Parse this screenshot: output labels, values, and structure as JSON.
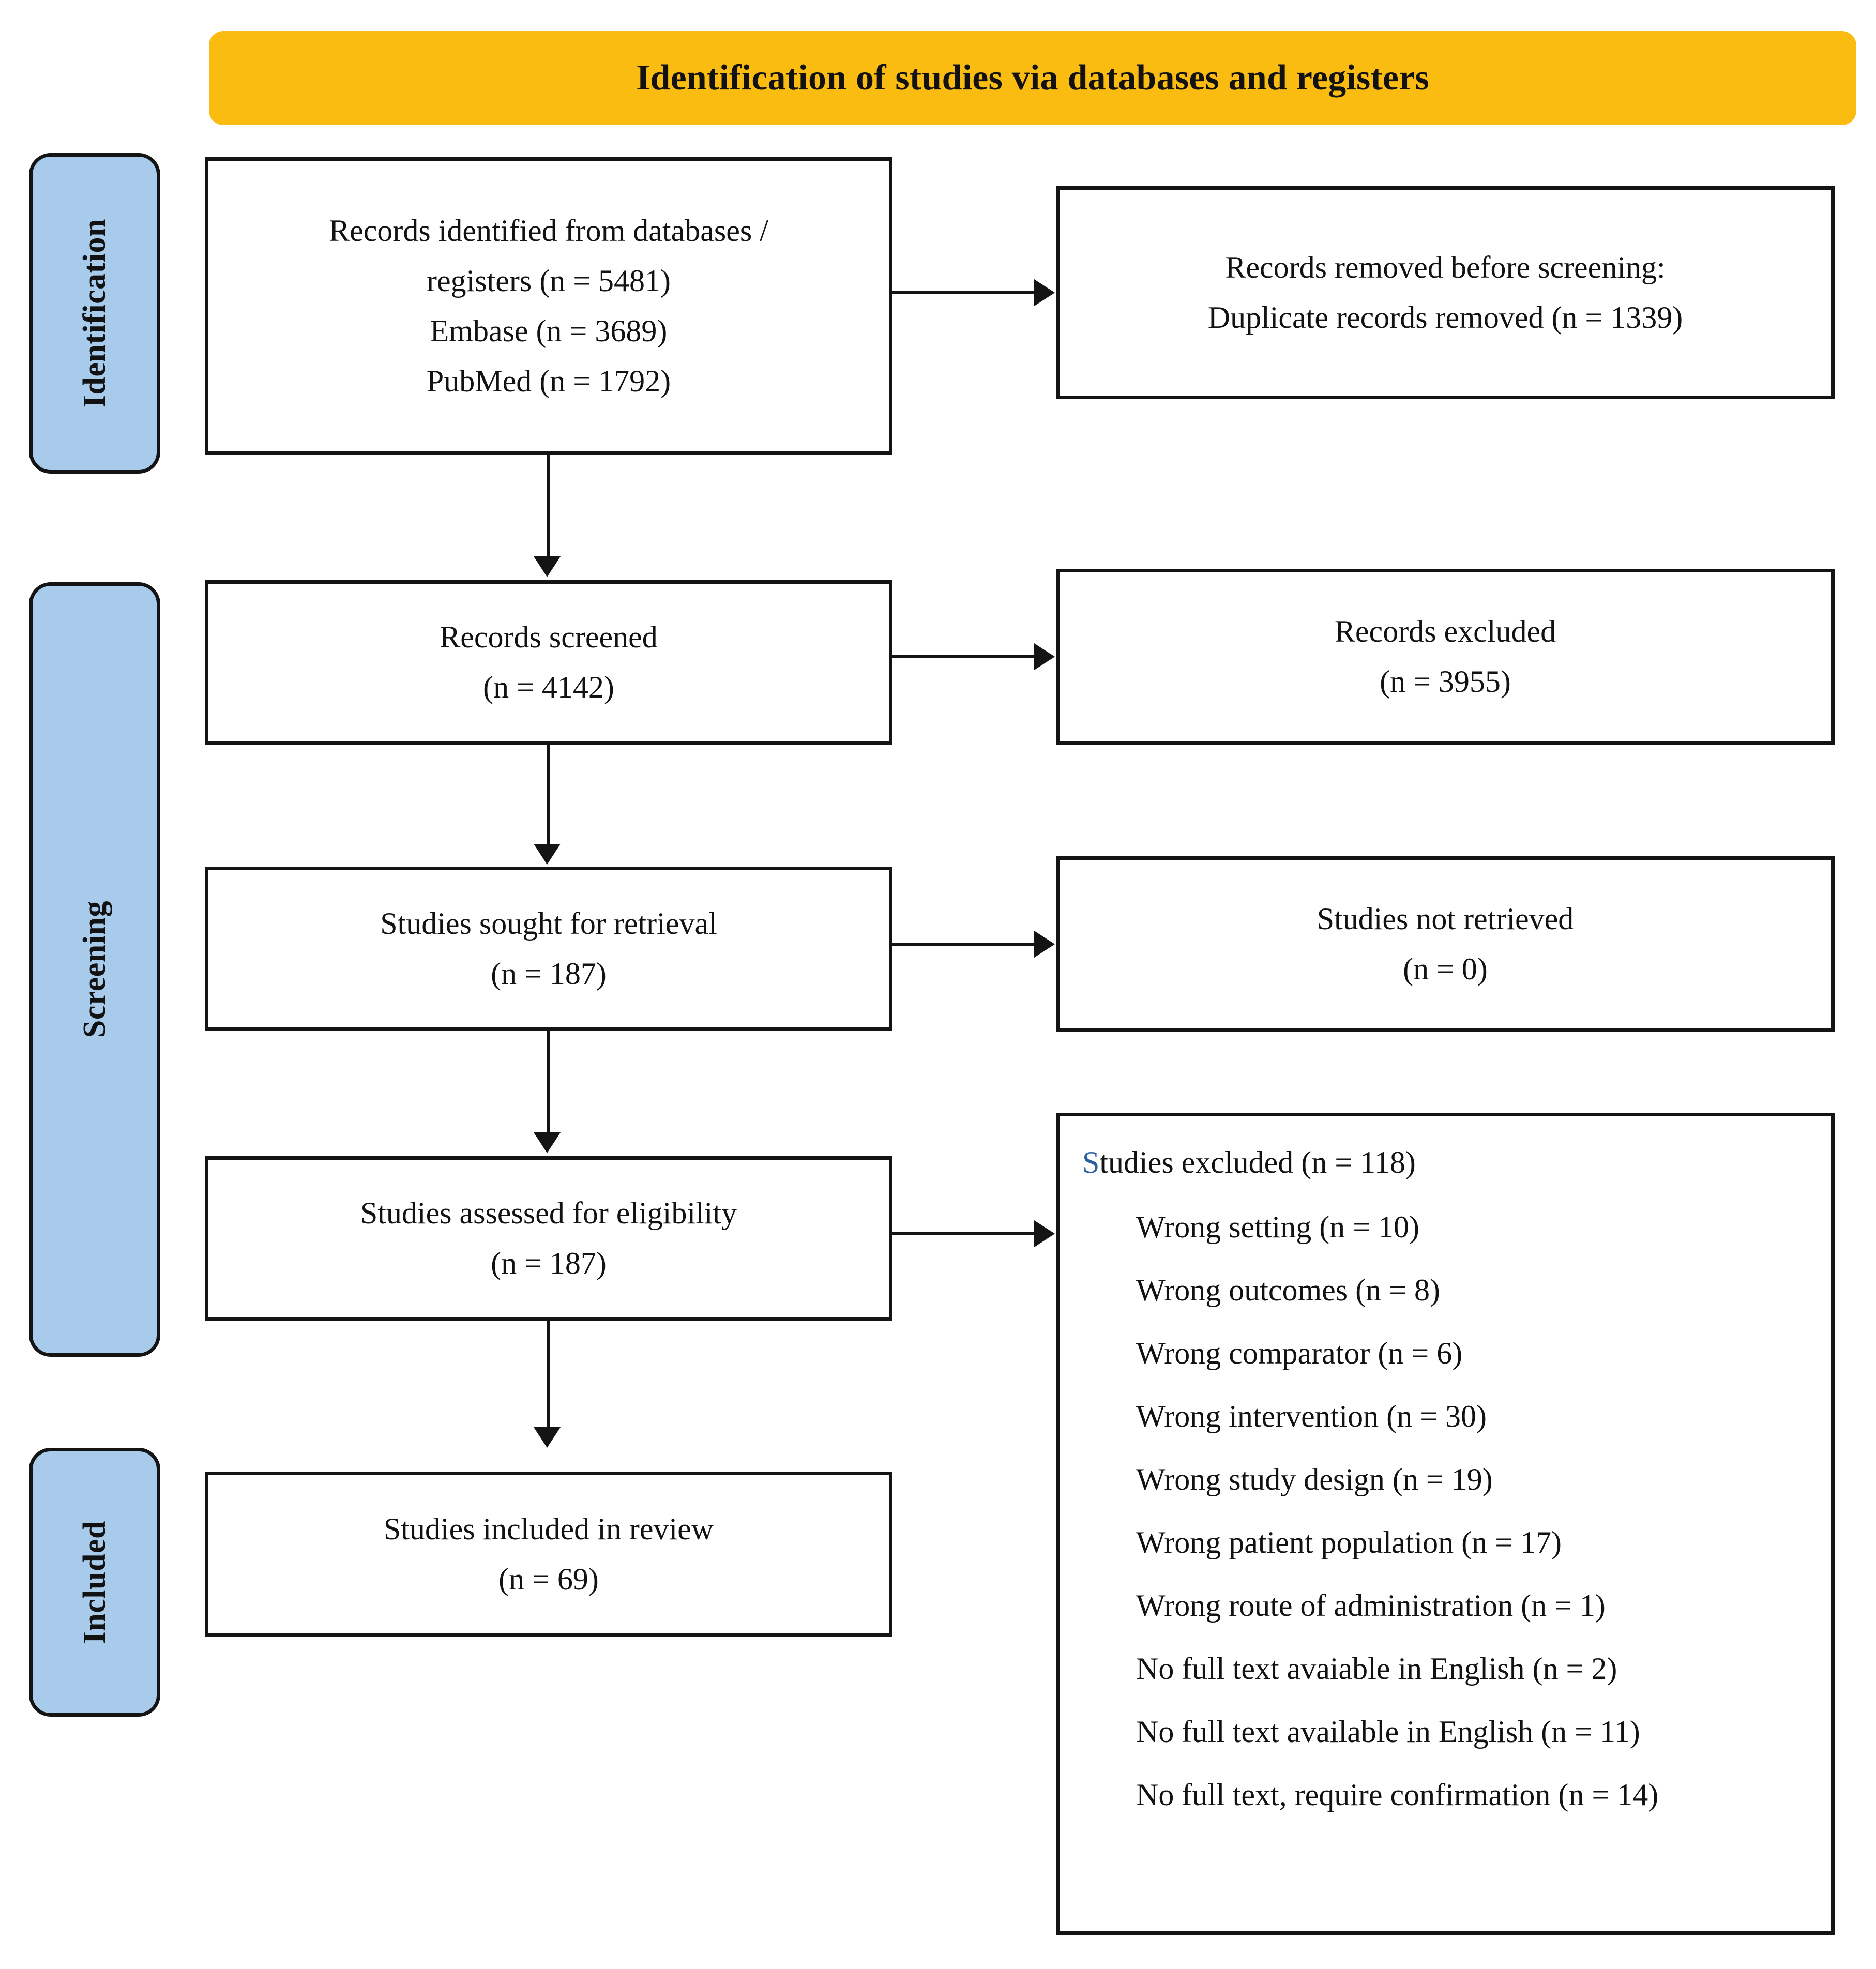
{
  "banner": {
    "title": "Identification of studies via databases and registers"
  },
  "stages": [
    {
      "label": "Identification"
    },
    {
      "label": "Screening"
    },
    {
      "label": "Included"
    }
  ],
  "boxes": {
    "identified": {
      "lines": [
        "Records identified from databases /",
        "registers (n = 5481)",
        "Embase (n = 3689)",
        "PubMed  (n = 1792)"
      ]
    },
    "removed": {
      "lines": [
        "Records removed before screening:",
        "Duplicate  records removed (n = 1339)"
      ]
    },
    "screened": {
      "lines": [
        "Records screened",
        "(n = 4142)"
      ]
    },
    "excluded": {
      "lines": [
        "Records excluded",
        "(n = 3955)"
      ]
    },
    "sought": {
      "lines": [
        "Studies sought for retrieval",
        "(n = 187)"
      ]
    },
    "not_retrieved": {
      "lines": [
        "Studies not retrieved",
        "(n = 0)"
      ]
    },
    "assessed": {
      "lines": [
        "Studies assessed for eligibility",
        "(n = 187)"
      ]
    },
    "included": {
      "lines": [
        "Studies included  in review",
        "(n = 69)"
      ]
    },
    "exclusions": {
      "heading_first_letter": "S",
      "heading_rest": "tudies excluded  (n = 118)",
      "reasons": [
        "Wrong setting (n = 10)",
        "Wrong outcomes  (n = 8)",
        "Wrong comparator (n = 6)",
        "Wrong intervention (n = 30)",
        "Wrong study design (n = 19)",
        "Wrong patient population  (n = 17)",
        "Wrong route of administration (n = 1)",
        "No full text avaiable in English (n = 2)",
        "No full text available in English (n = 11)",
        "No full text, require confirmation (n = 14)"
      ]
    }
  },
  "colors": {
    "banner_fill": "#FBBC12",
    "stage_fill": "#A8CBEC",
    "border": "#141414",
    "accent_letter": "#2b5f9e"
  }
}
